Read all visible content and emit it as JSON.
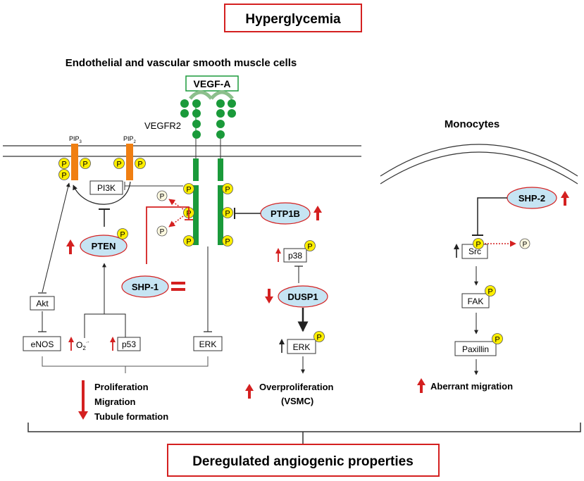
{
  "title": "Hyperglycemia",
  "footer": "Deregulated angiogenic properties",
  "colors": {
    "red": "#d42020",
    "green": "#1a9a3a",
    "orange": "#f07f12",
    "yellow": "#ffef00",
    "blue": "#c6e4f3",
    "pale": "#fdf9e0",
    "line": "#333333"
  },
  "endo": {
    "heading": "Endothelial and vascular smooth muscle cells",
    "vegfa": "VEGF-A",
    "vegfr2": "VEGFR2",
    "pip3": "PIP",
    "pip3_sub": "3",
    "pip2": "PIP",
    "pip2_sub": "2",
    "pi3k": "PI3K",
    "pten": "PTEN",
    "shp1": "SHP-1",
    "ptp1b": "PTP1B",
    "akt": "Akt",
    "enos": "eNOS",
    "o2": "O",
    "o2_sub": "2",
    "o2_sup": "·-",
    "p53": "p53",
    "erk": "ERK",
    "outcomes": [
      "Proliferation",
      "Migration",
      "Tubule formation"
    ]
  },
  "vsmc": {
    "p38": "p38",
    "dusp1": "DUSP1",
    "erk": "ERK",
    "outcome1": "Overproliferation",
    "outcome2": "(VSMC)"
  },
  "mono": {
    "heading": "Monocytes",
    "shp2": "SHP-2",
    "src": "Src",
    "fak": "FAK",
    "paxillin": "Paxillin",
    "outcome": "Aberrant migration"
  },
  "p_label": "P"
}
